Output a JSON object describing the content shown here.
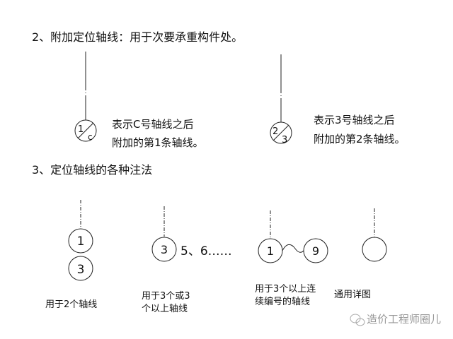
{
  "section2": {
    "heading": "2、附加定位轴线：用于次要承重构件处。",
    "example1": {
      "numerator": "1",
      "denominator": "c",
      "line1": "表示C号轴线之后",
      "line2": "附加的第1条轴线。"
    },
    "example2": {
      "numerator": "2",
      "denominator": "3",
      "line1": "表示3号轴线之后",
      "line2": "附加的第2条轴线。"
    }
  },
  "section3": {
    "heading": "3、定位轴线的各种注法",
    "case1": {
      "top": "1",
      "bottom": "3",
      "label": "用于2个轴线"
    },
    "case2": {
      "circle": "3",
      "suffix": "5、6……",
      "label_line1": "用于3个或3",
      "label_line2": "个以上轴线"
    },
    "case3": {
      "start": "1",
      "end": "9",
      "label_line1": "用于3个以上连",
      "label_line2": "续编号的轴线"
    },
    "case4": {
      "label": "通用详图"
    }
  },
  "watermark": "造价工程师圈儿"
}
